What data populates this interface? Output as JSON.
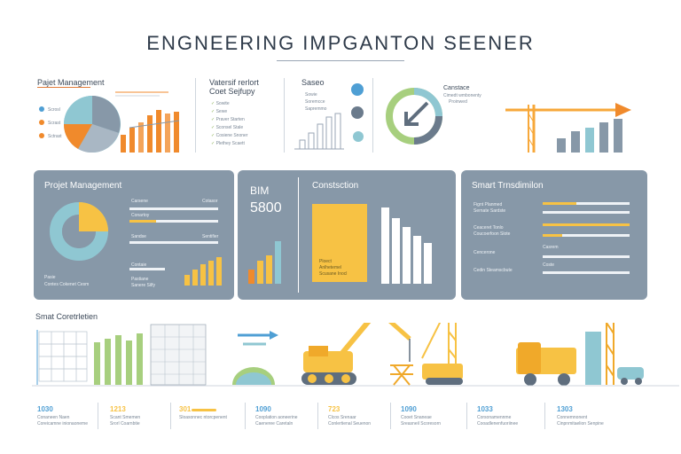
{
  "header": {
    "title": "ENGNEERING IMPGANTON SEENER"
  },
  "top": {
    "pm": {
      "title": "Pajet Management",
      "legend": [
        "Scrosl",
        "Scrast",
        "Sctrast"
      ]
    },
    "cost": {
      "title_line1": "Vatersif rerlort",
      "title_line2": "Coet Sejfupy",
      "items": [
        "Sowite",
        "Sewe",
        "Praver Starten",
        "Sconsel Stale",
        "Cosiene Snoner",
        "Plethey Scaett"
      ]
    },
    "scale": {
      "title": "Saseo",
      "items": [
        "Sowie",
        "Soremcce",
        "Sapremmo"
      ]
    },
    "cycle": {
      "title": "Canstace",
      "sub1": "Cimedt wmbonenty",
      "sub2": "Proinwed"
    }
  },
  "panels": {
    "pm": {
      "title": "Projet Management",
      "labels": [
        "Carsene",
        "Cotasor",
        "Conartoy",
        "Sandse",
        "Sentifier",
        "Contaie",
        "Pastiane",
        "Sanere Silfy"
      ],
      "foot1": "Pasie",
      "foot2": "Contes Cokenet Cesm"
    },
    "bim": {
      "title": "BIM",
      "value": "5800"
    },
    "construction": {
      "title": "Constsction",
      "note1": "Ploect",
      "note2": "Anlhetemel",
      "note3": "Scusane Inocl"
    },
    "smart": {
      "title": "Smart Trnsdimilon",
      "labels": [
        "Fignt Planmed",
        "Sernate Sardste",
        "Ceaceret Tonlo",
        "Coucoerfoon Slote",
        "Cencerone",
        "Casrem",
        "Cedin Steamscbute",
        "Coste"
      ]
    }
  },
  "bottom": {
    "title": "Smat Coretrletien",
    "stats": [
      {
        "value": "1030",
        "color": "#4f9fd4",
        "l1": "Conaneen Naen",
        "l2": "Coreicamne inionaoneme"
      },
      {
        "value": "1213",
        "color": "#f7c244",
        "l1": "Scant Smemen",
        "l2": "Srorl Coarnbtie"
      },
      {
        "value": "301",
        "color": "#f7c244",
        "l1": "Sloasonnec ntorcpenent",
        "l2": ""
      },
      {
        "value": "1090",
        "color": "#4f9fd4",
        "l1": "Cooplation aoneerine",
        "l2": "Caeneree Caretaln"
      },
      {
        "value": "723",
        "color": "#f7c244",
        "l1": "Clcos Srenaar",
        "l2": "Conlertienal Seuenon"
      },
      {
        "value": "1090",
        "color": "#4f9fd4",
        "l1": "Cooet Snaneae",
        "l2": "Sreasneil Scoresorn"
      },
      {
        "value": "1033",
        "color": "#4f9fd4",
        "l1": "Corsonamennme",
        "l2": "Cooadlenenfuoriinee"
      },
      {
        "value": "1303",
        "color": "#4f9fd4",
        "l1": "Connemnonent",
        "l2": "Cinpnmitaelion Senpine"
      }
    ]
  },
  "colors": {
    "panel": "#8798a8",
    "yellow": "#f7c244",
    "orange": "#f08a2c",
    "blue": "#4f9fd4",
    "teal": "#8fc7d2",
    "green": "#a7cf7e"
  }
}
